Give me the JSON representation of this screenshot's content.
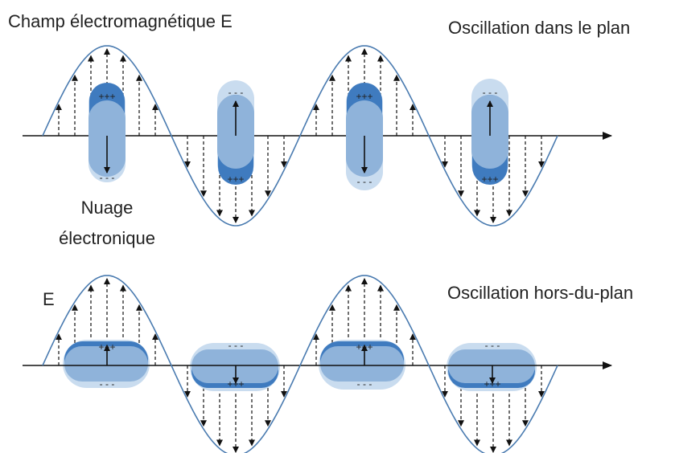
{
  "labels": {
    "top_title": "Champ électromagnétique E",
    "top_mode": "Oscillation dans le plan",
    "cloud_line1": "Nuage",
    "cloud_line2": "électronique",
    "bottom_field": "E",
    "bottom_mode": "Oscillation hors-du-plan"
  },
  "charges": {
    "plus": "+++",
    "minus": "- - -"
  },
  "colors": {
    "wave": "#4a7bb0",
    "arrow": "#111111",
    "cloud_light": "#c9dcef",
    "cloud_mid": "#8fb3da",
    "cloud_dark": "#3f7bbf"
  }
}
